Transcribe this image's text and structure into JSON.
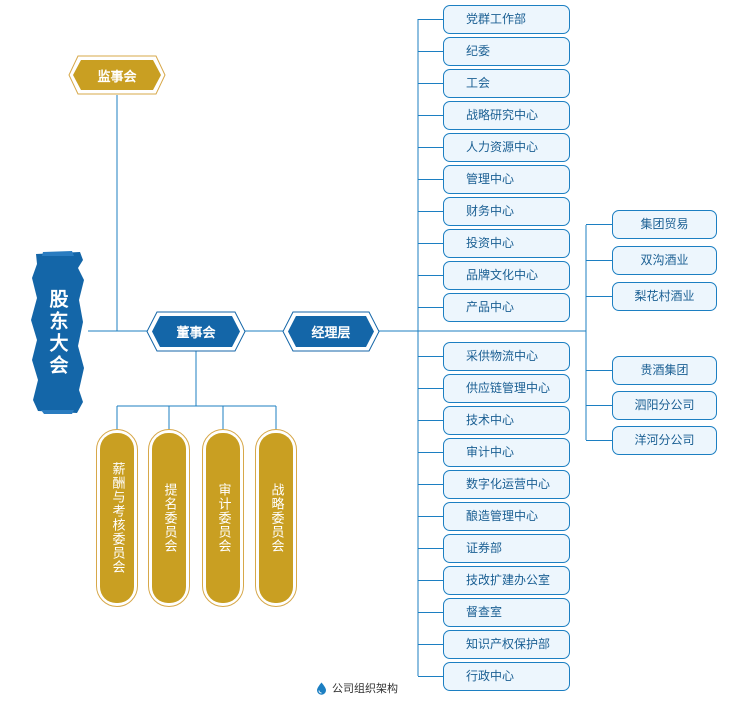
{
  "shareholders": "股东大会",
  "supervisory": "监事会",
  "board": "董事会",
  "management": "经理层",
  "committees": [
    "薪酬与考核委员会",
    "提名委员会",
    "审计委员会",
    "战略委员会"
  ],
  "departments": [
    "党群工作部",
    "纪委",
    "工会",
    "战略研究中心",
    "人力资源中心",
    "管理中心",
    "财务中心",
    "投资中心",
    "品牌文化中心",
    "产品中心",
    "采供物流中心",
    "供应链管理中心",
    "技术中心",
    "审计中心",
    "数字化运营中心",
    "酿造管理中心",
    "证券部",
    "技改扩建办公室",
    "督查室",
    "知识产权保护部",
    "行政中心"
  ],
  "subsidiaries": [
    "集团贸易",
    "双沟酒业",
    "梨花村酒业",
    "贵酒集团",
    "泗阳分公司",
    "洋河分公司"
  ],
  "caption": "公司组织架构",
  "colors": {
    "blue": "#1c7fc2",
    "navy": "#1466a8",
    "gold": "#c99f22",
    "light": "#edf6fd"
  }
}
